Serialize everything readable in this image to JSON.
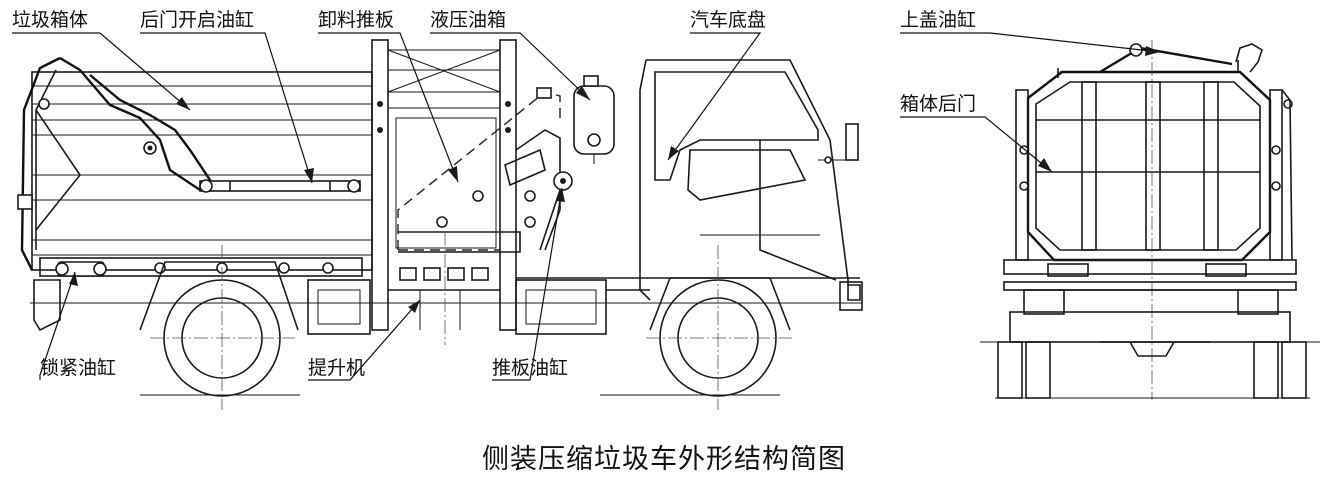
{
  "labels": {
    "body_box": "垃圾箱体",
    "rear_door_cylinder": "后门开启油缸",
    "unload_push_plate": "卸料推板",
    "hydraulic_tank": "液压油箱",
    "chassis": "汽车底盘",
    "lid_cylinder": "上盖油缸",
    "box_rear_door": "箱体后门",
    "lock_cylinder": "锁紧油缸",
    "lifter": "提升机",
    "push_plate_cylinder": "推板油缸"
  },
  "caption": "侧装压缩垃圾车外形结构简图"
}
